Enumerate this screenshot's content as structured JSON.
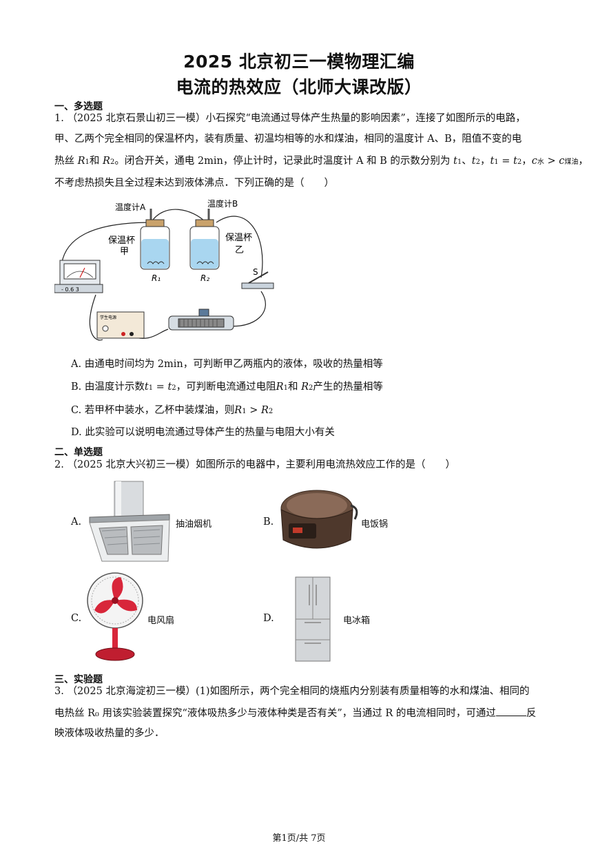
{
  "doc": {
    "title1": "2025 北京初三一模物理汇编",
    "title2": "电流的热效应（北师大课改版）",
    "footer": "第1页/共 7页"
  },
  "section1": {
    "heading": "一、多选题",
    "q1": {
      "line1": "1. （2025 北京石景山初三一模）小石探究“电流通过导体产生热量的影响因素”，连接了如图所示的电路，",
      "line2": "甲、乙两个完全相同的保温杯内，装有质量、初温均相等的水和煤油，相同的温度计 A、B，阻值不变的电",
      "line3_a": "热丝 ",
      "line3_b": "。闭合开关，通电 2min，停止计时，记录此时温度计 A 和 B 的示数分别为",
      "line3_c": "，",
      "line4": "不考虑热损失且全过程未达到液体沸点．下列正确的是（　　）",
      "diagram": {
        "thermometer_a": "温度计A",
        "thermometer_b": "温度计B",
        "cup_a_line1": "保温杯",
        "cup_a_line2": "甲",
        "cup_b_line1": "保温杯",
        "cup_b_line2": "乙",
        "r1": "R₁",
        "r2": "R₂",
        "switch": "S",
        "meter_scale": "-  0.6  3",
        "power_label": "学生电源"
      },
      "options": {
        "a": "A.  由通电时间均为 2min，可判断甲乙两瓶内的液体，吸收的热量相等",
        "b_pre": "B.  由温度计示数",
        "b_post": "，可判断电流通过电阻",
        "b_end": "产生的热量相等",
        "c_pre": "C.  若甲杯中装水，乙杯中装煤油，则",
        "d": "D.  此实验可以说明电流通过导体产生的热量与电阻大小有关"
      }
    }
  },
  "section2": {
    "heading": "二、单选题",
    "q2": {
      "stem": "2. （2025 北京大兴初三一模）如图所示的电器中，主要利用电流热效应工作的是（　　）",
      "options": [
        {
          "letter": "A.",
          "label": "抽油烟机",
          "icon": "range-hood"
        },
        {
          "letter": "B.",
          "label": "电饭锅",
          "icon": "rice-cooker"
        },
        {
          "letter": "C.",
          "label": "电风扇",
          "icon": "electric-fan"
        },
        {
          "letter": "D.",
          "label": "电冰箱",
          "icon": "refrigerator"
        }
      ]
    }
  },
  "section3": {
    "heading": "三、实验题",
    "q3": {
      "line1": "3. （2025 北京海淀初三一模）(1)如图所示，两个完全相同的烧瓶内分别装有质量相等的水和煤油、相同的",
      "line2_a": "电热丝 R₀ 用该实验装置探究“液体吸热多少与液体种类是否有关”，当通过 R 的电流相同时，可通过",
      "line2_b": "反",
      "line3": "映液体吸收热量的多少．"
    }
  }
}
